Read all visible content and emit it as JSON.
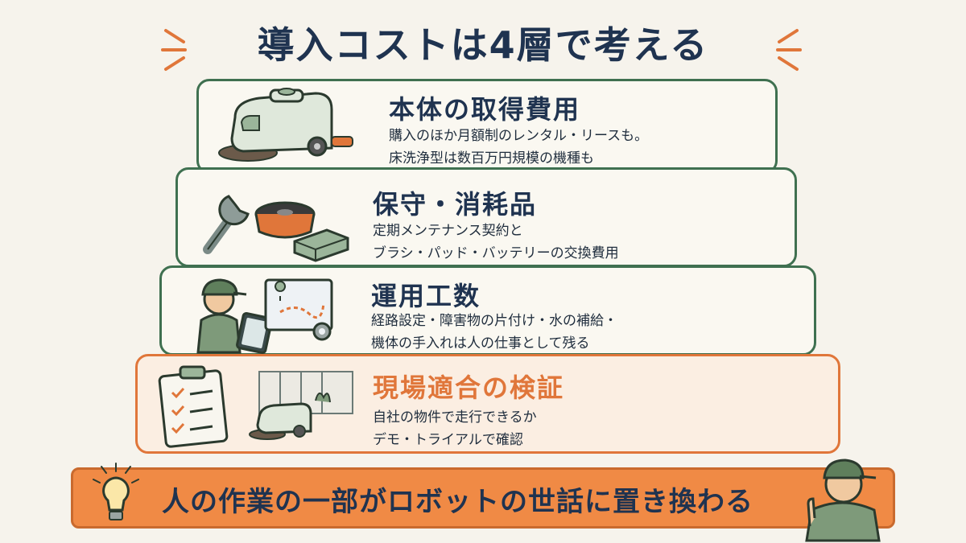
{
  "title": "導入コストは4層で考える",
  "layers": [
    {
      "title": "本体の取得費用",
      "lines": [
        "購入のほか月額制のレンタル・リースも。",
        "床洗浄型は数百万円規模の機種も"
      ],
      "icon": "cleaning-robot"
    },
    {
      "title": "保守・消耗品",
      "lines": [
        "定期メンテナンス契約と",
        "ブラシ・パッド・バッテリーの交換費用"
      ],
      "icon": "wrench-brush-battery"
    },
    {
      "title": "運用工数",
      "lines": [
        "経路設定・障害物の片付け・水の補給・",
        "機体の手入れは人の仕事として残る"
      ],
      "icon": "worker-tablet-map"
    },
    {
      "title": "現場適合の検証",
      "lines": [
        "自社の物件で走行できるか",
        "デモ・トライアルで確認"
      ],
      "icon": "clipboard-site-robot",
      "highlight": "#e0763a"
    }
  ],
  "banner": {
    "text": "人の作業の一部がロボットの世話に置き換わる",
    "icons": [
      "lightbulb",
      "worker"
    ]
  },
  "colors": {
    "green": "#3f7050",
    "orange": "#e0763a",
    "navy": "#1f3350",
    "background": "#f6f3ec"
  }
}
